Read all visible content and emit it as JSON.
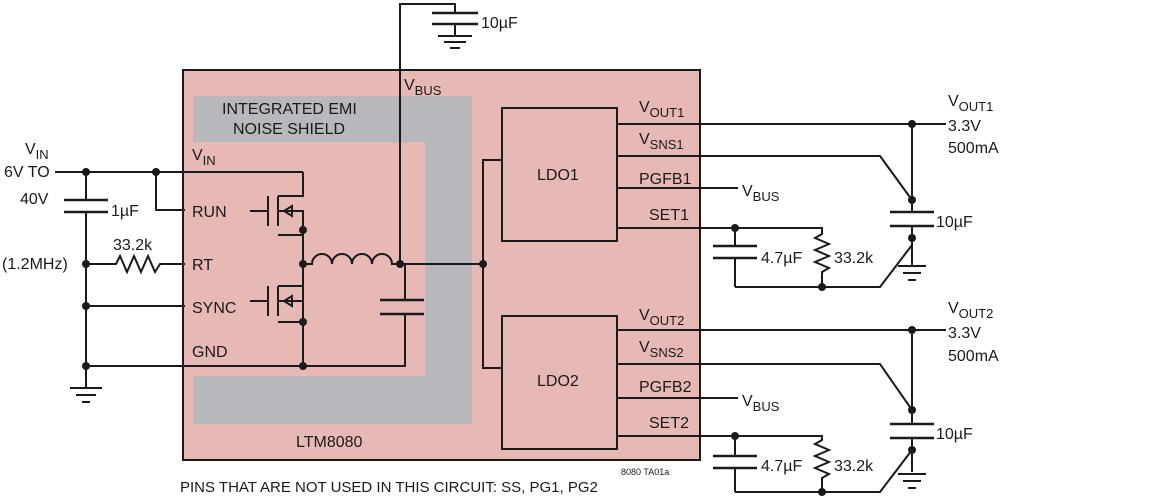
{
  "colors": {
    "module_fill": "#e6b9b4",
    "shield_fill": "#b6b8bc",
    "wire": "#1a1a1a"
  },
  "module": {
    "name": "LTM8080"
  },
  "shield": {
    "line1": "INTEGRATED EMI",
    "line2": "NOISE SHIELD"
  },
  "vbus": {
    "main": "V",
    "sub": "BUS"
  },
  "top_cap": "10µF",
  "input": {
    "vin_main": "V",
    "vin_sub": "IN",
    "range1": "6V TO",
    "range2": "40V",
    "cap": "1µF",
    "rt_resistor": "33.2k",
    "freq": "(1.2MHz)"
  },
  "left_pins": {
    "vin_main": "V",
    "vin_sub": "IN",
    "run": "RUN",
    "rt": "RT",
    "sync": "SYNC",
    "gnd": "GND"
  },
  "ldo1": {
    "name": "LDO1",
    "pin_vout_main": "V",
    "pin_vout_sub": "OUT1",
    "pin_vsns_main": "V",
    "pin_vsns_sub": "SNS1",
    "pin_pgfb": "PGFB1",
    "pin_set": "SET1",
    "pgfb_main": "V",
    "pgfb_sub": "BUS",
    "out_main": "V",
    "out_sub": "OUT1",
    "out_voltage": "3.3V",
    "out_current": "500mA",
    "out_cap": "10µF",
    "set_cap": "4.7µF",
    "set_res": "33.2k"
  },
  "ldo2": {
    "name": "LDO2",
    "pin_vout_main": "V",
    "pin_vout_sub": "OUT2",
    "pin_vsns_main": "V",
    "pin_vsns_sub": "SNS2",
    "pin_pgfb": "PGFB2",
    "pin_set": "SET2",
    "pgfb_main": "V",
    "pgfb_sub": "BUS",
    "out_main": "V",
    "out_sub": "OUT2",
    "out_voltage": "3.3V",
    "out_current": "500mA",
    "out_cap": "10µF",
    "set_cap": "4.7µF",
    "set_res": "33.2k"
  },
  "footnote": "PINS THAT ARE NOT USED IN THIS CIRCUIT: SS, PG1, PG2",
  "figure_id": "8080 TA01a"
}
